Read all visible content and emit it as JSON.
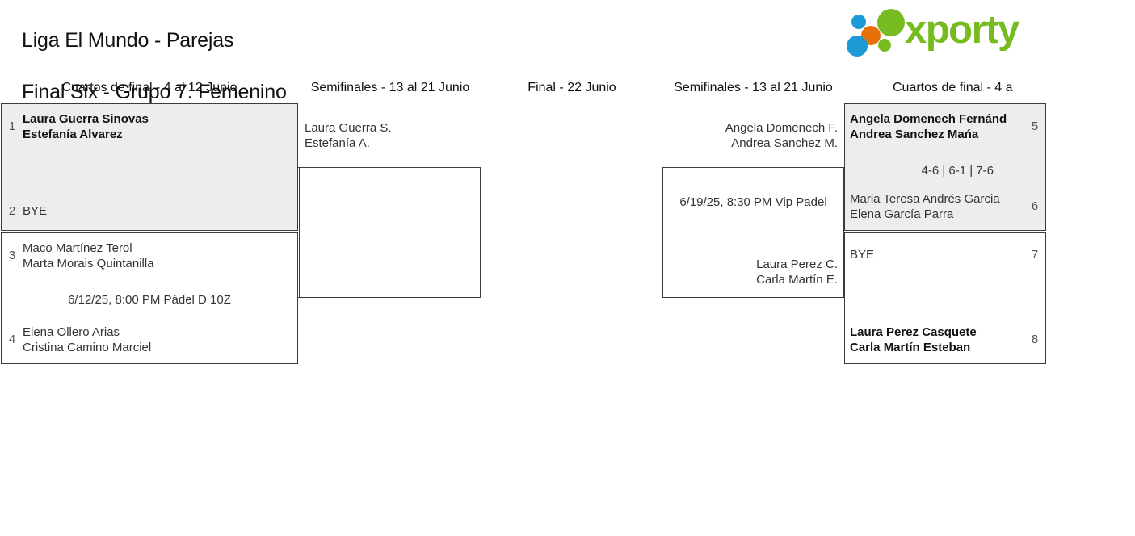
{
  "header": {
    "title_line1": "Liga El Mundo - Parejas",
    "title_line2": "Final Six - Grupo 7. Femenino",
    "logo_text": "xporty",
    "logo_colors": {
      "green": "#76bc21",
      "orange": "#e8700a",
      "blue": "#1b9ad6"
    }
  },
  "rounds": [
    {
      "label": "Cuartos de final - 4 al 12 Junio"
    },
    {
      "label": "Semifinales - 13 al 21 Junio"
    },
    {
      "label": "Final - 22 Junio"
    },
    {
      "label": "Semifinales - 13 al 21 Junio"
    },
    {
      "label": "Cuartos de final - 4 a"
    }
  ],
  "matches": {
    "left_qf1": {
      "top": {
        "seed": "1",
        "player1": "Laura Guerra Sinovas",
        "player2": "Estefanía Alvarez",
        "winner": true
      },
      "bottom": {
        "seed": "2",
        "player1": "BYE",
        "player2": "",
        "winner": false
      },
      "meta": ""
    },
    "left_qf2": {
      "top": {
        "seed": "3",
        "player1": "Maco Martínez Terol",
        "player2": "Marta Morais Quintanilla",
        "winner": false
      },
      "bottom": {
        "seed": "4",
        "player1": "Elena Ollero Arias",
        "player2": "Cristina Camino Marciel",
        "winner": false
      },
      "meta": "6/12/25, 8:00 PM Pádel D 10Z"
    },
    "left_sf": {
      "advanced": {
        "player1": "Laura Guerra S.",
        "player2": "Estefanía A."
      },
      "meta": ""
    },
    "right_sf": {
      "advanced": {
        "player1": "Angela Domenech F.",
        "player2": "Andrea Sanchez M."
      },
      "meta": "6/19/25, 8:30 PM Vip Padel",
      "bottom": {
        "player1": "Laura Perez C.",
        "player2": "Carla Martín E."
      }
    },
    "right_qf1": {
      "top": {
        "seed": "5",
        "player1": "Angela Domenech Fernánd",
        "player2": "Andrea Sanchez Mańa",
        "winner": true
      },
      "bottom": {
        "seed": "6",
        "player1": "Maria Teresa Andrés Garcia",
        "player2": "Elena García Parra",
        "winner": false
      },
      "meta": "4-6 | 6-1 | 7-6"
    },
    "right_qf2": {
      "top": {
        "seed": "7",
        "player1": "BYE",
        "player2": "",
        "winner": false
      },
      "bottom": {
        "seed": "8",
        "player1": "Laura Perez Casquete",
        "player2": "Carla Martín Esteban",
        "winner": true
      },
      "meta": ""
    }
  }
}
